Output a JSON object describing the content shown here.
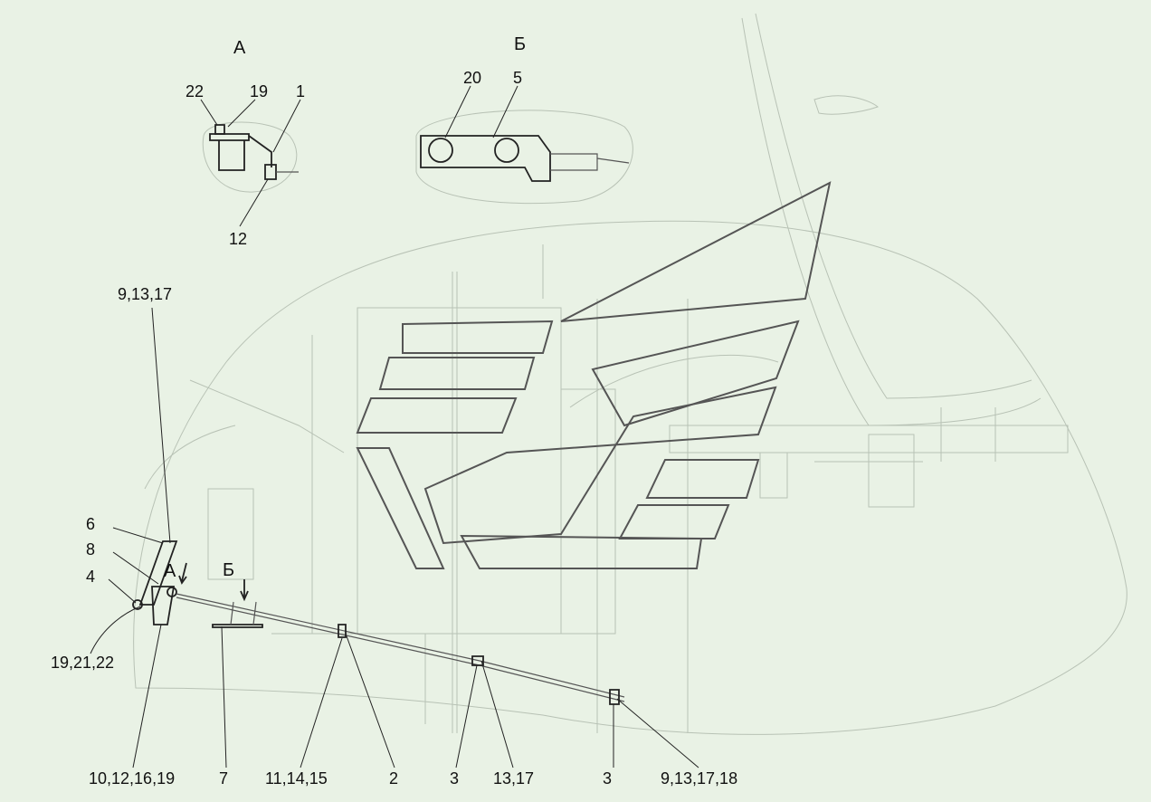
{
  "views": {
    "view_a_title": "А",
    "view_b_title": "Б"
  },
  "callouts": {
    "a_22": "22",
    "a_19": "19",
    "a_1": "1",
    "a_12": "12",
    "b_20": "20",
    "b_5": "5",
    "c_9_13_17": "9,13,17",
    "c_6": "6",
    "c_8": "8",
    "c_4": "4",
    "c_19_21_22": "19,21,22",
    "c_10_12_16_19": "10,12,16,19",
    "c_7": "7",
    "c_11_14_15": "11,14,15",
    "c_2": "2",
    "c_3a": "3",
    "c_13_17": "13,17",
    "c_3b": "3",
    "c_9_13_17_18": "9,13,17,18",
    "arrow_a": "А",
    "arrow_b": "Б"
  }
}
